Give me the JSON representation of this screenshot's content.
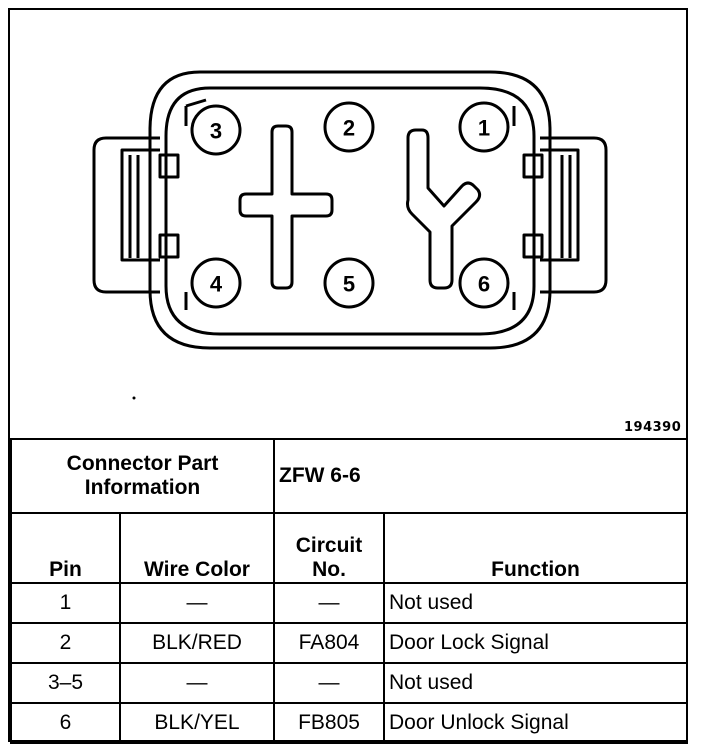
{
  "figure": {
    "number": "194390"
  },
  "connector": {
    "pins": [
      {
        "label": "1"
      },
      {
        "label": "2"
      },
      {
        "label": "3"
      },
      {
        "label": "4"
      },
      {
        "label": "5"
      },
      {
        "label": "6"
      }
    ]
  },
  "table": {
    "part_info_label_line1": "Connector Part",
    "part_info_label_line2": "Information",
    "part_number": "ZFW 6-6",
    "headers": {
      "pin": "Pin",
      "wire_color": "Wire Color",
      "circuit_line1": "Circuit",
      "circuit_line2": "No.",
      "function": "Function"
    },
    "rows": [
      {
        "pin": "1",
        "wire_color": "—",
        "circuit": "—",
        "function": "Not used"
      },
      {
        "pin": "2",
        "wire_color": "BLK/RED",
        "circuit": "FA804",
        "function": "Door Lock Signal"
      },
      {
        "pin": "3–5",
        "wire_color": "—",
        "circuit": "—",
        "function": "Not used"
      },
      {
        "pin": "6",
        "wire_color": "BLK/YEL",
        "circuit": "FB805",
        "function": "Door Unlock Signal"
      }
    ]
  }
}
